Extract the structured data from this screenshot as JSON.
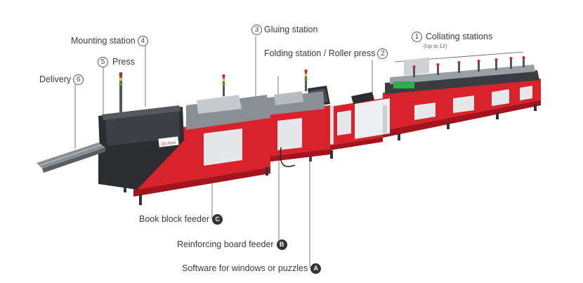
{
  "labels": {
    "mounting": {
      "text": "Mounting station",
      "num": "4"
    },
    "press": {
      "text": "Press",
      "num": "5"
    },
    "delivery": {
      "text": "Delivery",
      "num": "6"
    },
    "gluing": {
      "text": "Gluing station",
      "num": "3"
    },
    "folding": {
      "text": "Folding station / Roller press",
      "num": "2"
    },
    "collating": {
      "text": "Collating stations",
      "num": "1",
      "sub": "(Up to 12)"
    },
    "book_block": {
      "text": "Book block feeder",
      "letter": "C"
    },
    "reinforcing": {
      "text": "Reinforcing board feeder",
      "letter": "B"
    },
    "software": {
      "text": "Software for windows or puzzles",
      "letter": "A"
    }
  },
  "brand": "Zechini",
  "colors": {
    "body": "#d8232d",
    "body_dark": "#a4141c",
    "steel": "#8a8f94",
    "dark": "#2b2d30",
    "panel": "#cfd2d4",
    "line": "#555555"
  }
}
